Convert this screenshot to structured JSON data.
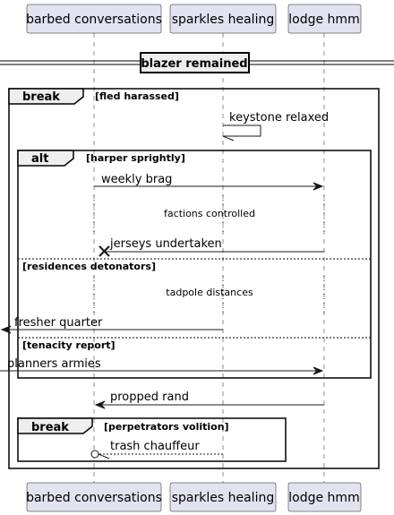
{
  "participants": [
    "barbed conversations",
    "sparkles healing",
    "lodge hmm"
  ],
  "divider": {
    "title": "blazer remained"
  },
  "outer_break": {
    "keyword": "break",
    "guard": "[fled harassed]"
  },
  "self_message": {
    "label": "keystone relaxed"
  },
  "alt": {
    "keyword": "alt",
    "guard": "[harper sprightly]",
    "msg_weekly": "weekly brag",
    "delay_1": "factions controlled",
    "msg_jerseys": "jerseys undertaken",
    "else_1_guard": "[residences detonators]",
    "delay_2": "tadpole distances",
    "msg_fresher": "fresher quarter",
    "else_2_guard": "[tenacity report]",
    "msg_planners": "planners armies"
  },
  "msg_propped": "propped rand",
  "inner_break": {
    "keyword": "break",
    "guard": "[perpetrators volition]",
    "msg_trash": "trash chauffeur"
  }
}
